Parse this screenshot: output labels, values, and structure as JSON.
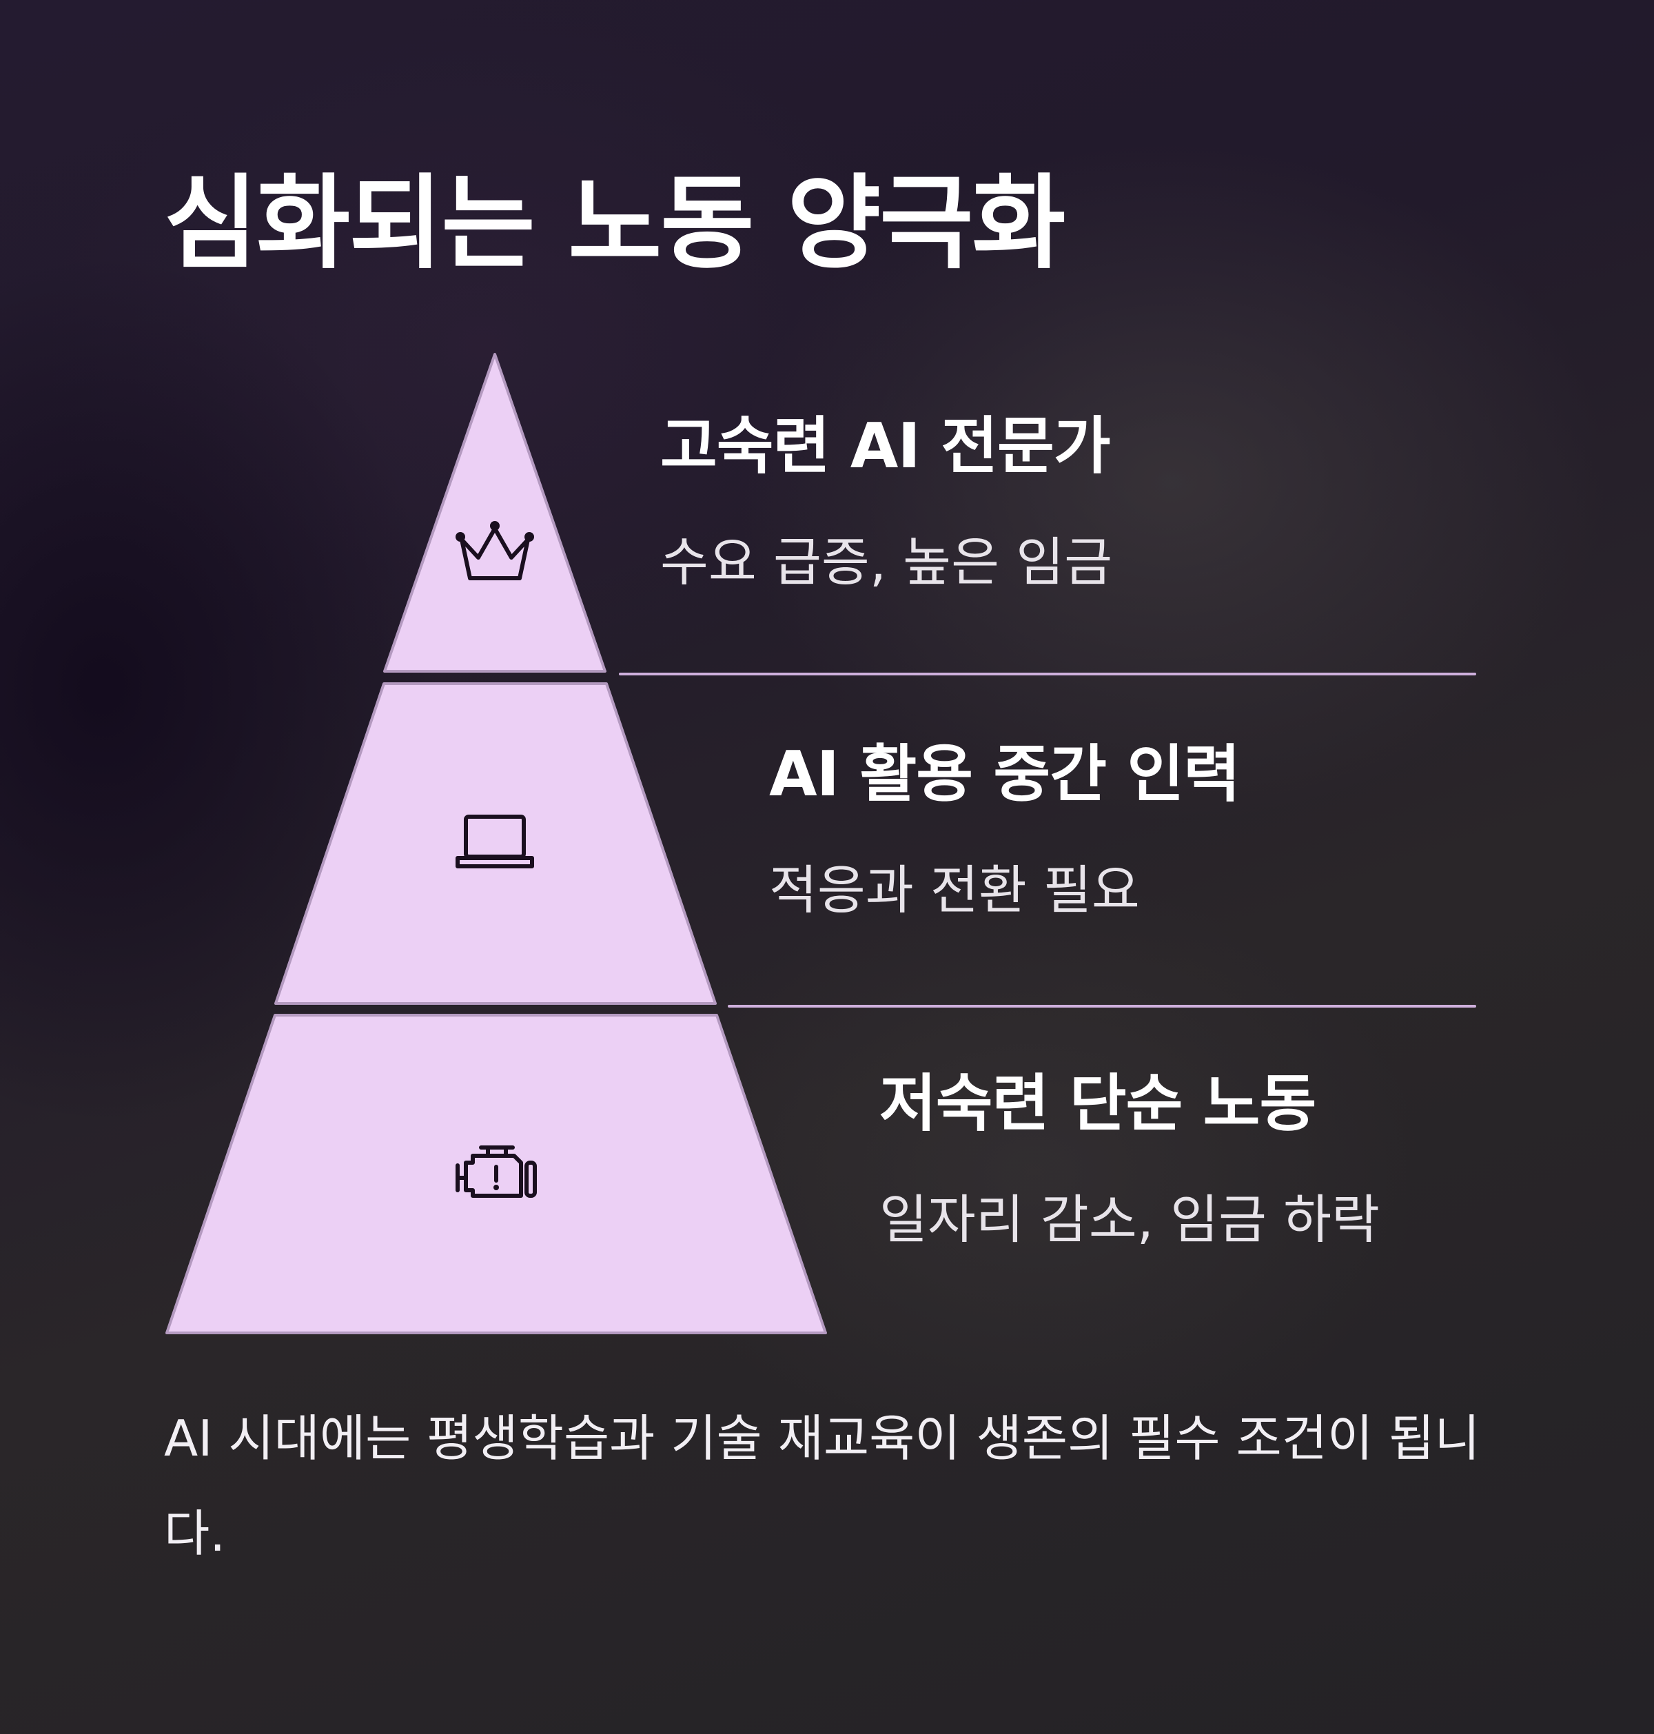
{
  "title": "심화되는 노동 양극화",
  "colors": {
    "tier_fill": "#ecd0f5",
    "tier_stroke": "#b49ac0",
    "divider": "#cfb0dd",
    "icon_stroke": "#1a0f1f"
  },
  "tiers": [
    {
      "heading": "고숙련 AI 전문가",
      "description": "수요 급증, 높은 임금",
      "icon": "crown-icon"
    },
    {
      "heading": "AI 활용 중간 인력",
      "description": "적응과 전환 필요",
      "icon": "laptop-icon"
    },
    {
      "heading": "저숙련 단순 노동",
      "description": "일자리 감소, 임금 하락",
      "icon": "engine-warning-icon"
    }
  ],
  "footer": "AI 시대에는 평생학습과 기술 재교육이 생존의 필수 조건이 됩니다."
}
